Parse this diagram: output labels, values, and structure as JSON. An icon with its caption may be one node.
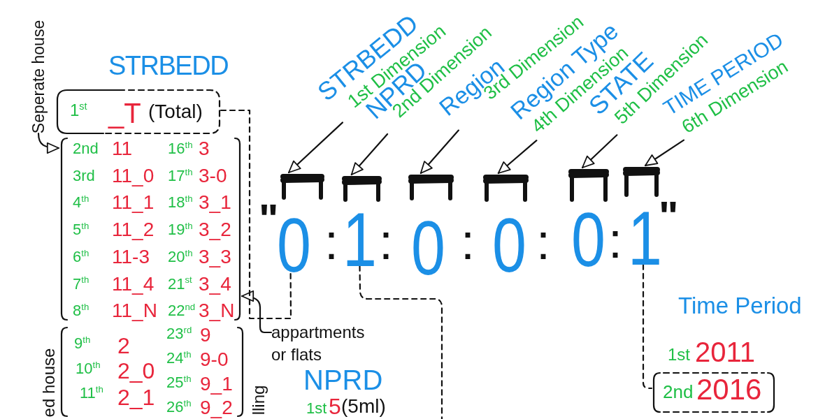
{
  "diagram": {
    "nodes": [
      {
        "text": [
          "STRBEDD",
          "1st Dimension"
        ]
      },
      {
        "text": [
          "NPRD",
          "2nd Dimension"
        ]
      },
      {
        "text": [
          "Region",
          "3rd Dimension"
        ]
      },
      {
        "text": [
          "Region Type",
          "4th Dimension"
        ]
      },
      {
        "text": [
          "STATE",
          "5th Dimension"
        ]
      },
      {
        "text": [
          "TIME PERIOD",
          "6th Dimension"
        ]
      },
      {
        "text": [
          "Seperate house"
        ]
      },
      {
        "text": [
          "1$^{st}$",
          "_T",
          "(Total)"
        ]
      },
      {
        "text": [
          "2nd",
          "11",
          "16$^{th}$",
          "3",
          "3rd",
          "11_0",
          "17$^{th}$",
          "3-0",
          "4$^{th}$",
          "11_1",
          "18$^{th}$",
          "3_1",
          "5$^{th}$",
          "11_2",
          "19$^{th}$",
          "3_2",
          "6$^{th}$",
          "11-3",
          "20$^{th}$",
          "3_3",
          "7$^{th}$",
          "11_4",
          "21$^{st}$",
          "3_4",
          "8$^{th}$",
          "11_N",
          "22$^{nd}$",
          "3_N"
        ]
      },
      {
        "text": [],
        "shape": "bracket"
      },
      {
        "text": [],
        "shape": "bracket"
      },
      {
        "text": [],
        "shape": "bracket"
      },
      {
        "text": [],
        "shape": "bracket"
      },
      {
        "text": [],
        "shape": "bracket"
      },
      {
        "text": [],
        "shape": "bracket"
      },
      {
        "text": [
          "0"
        ]
      },
      {
        "text": [
          "1"
        ]
      },
      {
        "text": [
          "0"
        ]
      },
      {
        "text": [
          "0"
        ]
      },
      {
        "text": [
          "0"
        ]
      },
      {
        "text": [
          "1"
        ]
      },
      {
        "text": [
          "appartments or flats"
        ]
      },
      {
        "text": [
          "9$^{th}$",
          "2",
          "23$^{rd}$",
          "9",
          "10$^{th}$",
          "2_0",
          "24$^{th}$",
          "9-0",
          "11$^{th}$",
          "2_1",
          "25$^{th}$",
          "9_1",
          "26$^{th}$",
          "9_2"
        ]
      },
      {
        "text": [
          "2nd",
          "2016"
        ]
      }
    ],
    "edges": [
      {
        "from": 0,
        "to": 9,
        "arrow": "to"
      },
      {
        "from": 1,
        "to": 10,
        "arrow": "to"
      },
      {
        "from": 2,
        "to": 11,
        "arrow": "to"
      },
      {
        "from": 3,
        "to": 12,
        "arrow": "to"
      },
      {
        "from": 4,
        "to": 13,
        "arrow": "to"
      },
      {
        "from": 5,
        "to": 14,
        "arrow": "to"
      },
      {
        "from": 6,
        "to": 8,
        "arrow": "to"
      },
      {
        "from": 21,
        "to": 8,
        "arrow": "to"
      },
      {
        "from": 7,
        "to": 15,
        "arrow": "none",
        "style": "dashed"
      },
      {
        "from": 16,
        "to": null,
        "arrow": "none",
        "style": "dashed"
      },
      {
        "from": 20,
        "to": 23,
        "arrow": "none",
        "style": "dashed"
      }
    ],
    "labels": [
      "STRBEDD",
      "\"",
      ":",
      ":",
      ":",
      ":",
      ":",
      "\"",
      "ed house",
      "lling",
      "NPRD",
      "1st",
      "5",
      "(5ml)",
      "Time Period",
      "1st",
      "2011"
    ]
  }
}
